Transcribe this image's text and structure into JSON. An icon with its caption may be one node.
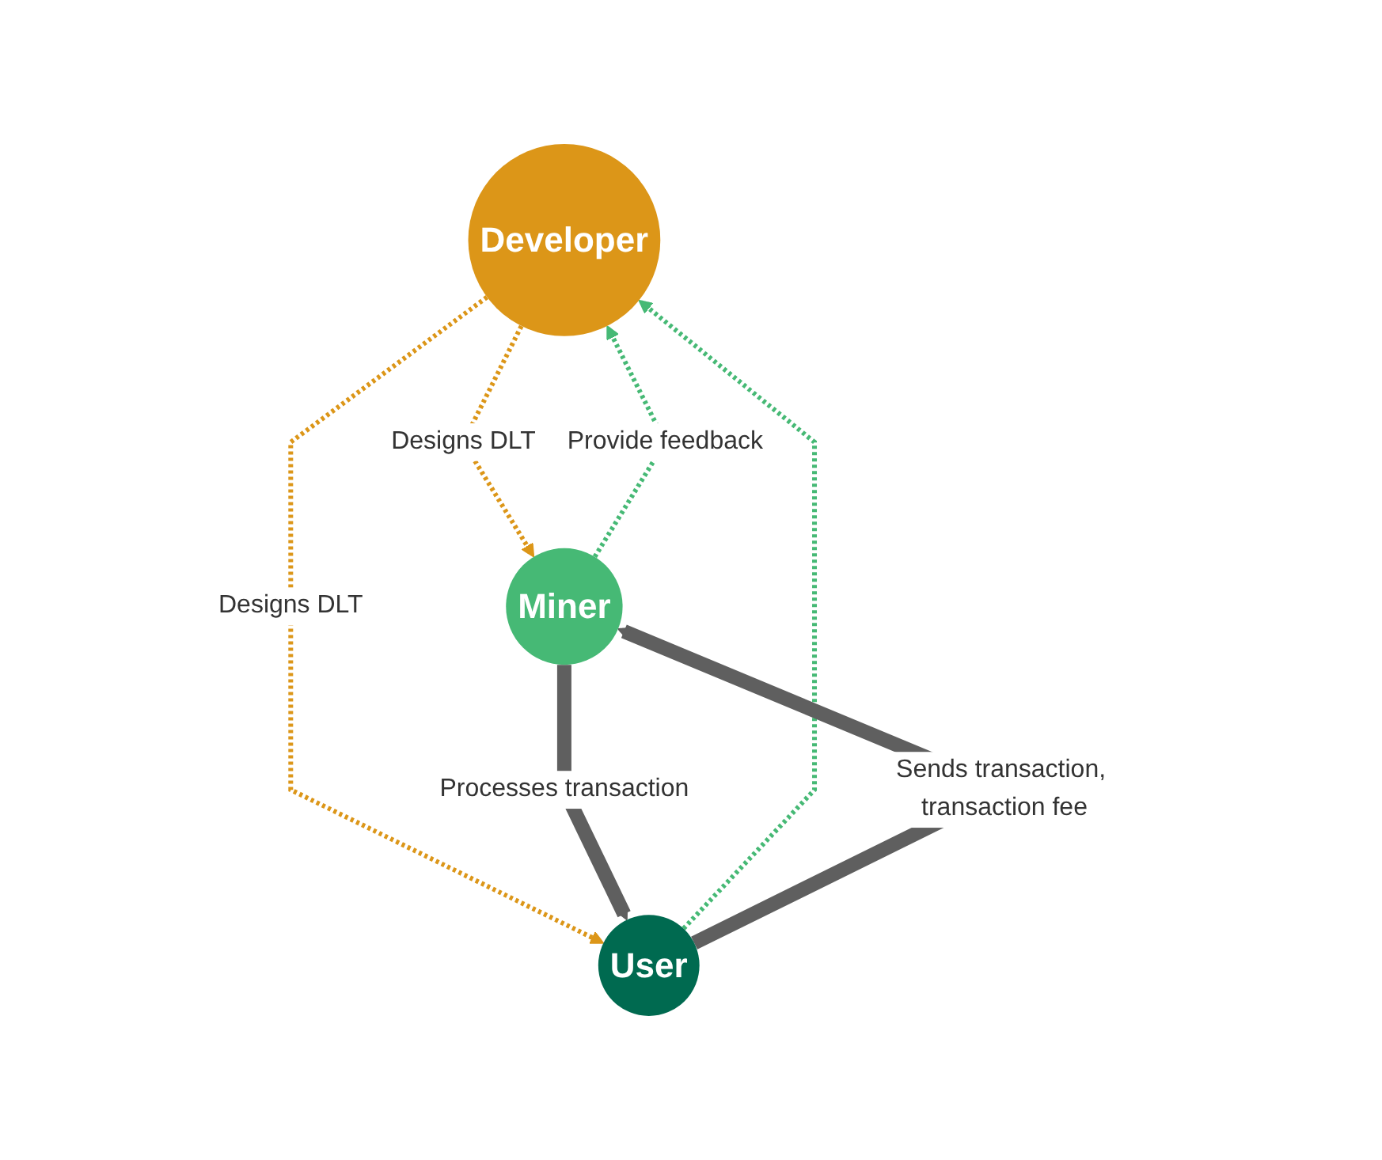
{
  "diagram": {
    "nodes": [
      {
        "text": [
          "Developer"
        ]
      },
      {
        "text": [
          "Miner"
        ]
      },
      {
        "text": [
          "User"
        ]
      }
    ],
    "edges": [
      {
        "from": 0,
        "to": 1,
        "arrow": "to",
        "label": "Designs DLT",
        "style": "dashed",
        "color": "#dc9618"
      },
      {
        "from": 1,
        "to": 0,
        "arrow": "to",
        "label": "Provide feedback",
        "style": "dashed",
        "color": "#46b975"
      },
      {
        "from": 0,
        "to": 2,
        "arrow": "to",
        "label": "Designs DLT",
        "style": "dashed",
        "color": "#dc9618"
      },
      {
        "from": 2,
        "to": 0,
        "arrow": "to",
        "style": "dashed",
        "color": "#46b975"
      },
      {
        "from": 1,
        "to": 2,
        "arrow": "to",
        "label": "Processes transaction",
        "style": "thick",
        "color": "#5f5f5f"
      },
      {
        "from": 2,
        "to": 1,
        "arrow": "to",
        "label": "Sends transaction, transaction fee",
        "style": "thick",
        "color": "#5f5f5f"
      }
    ]
  }
}
